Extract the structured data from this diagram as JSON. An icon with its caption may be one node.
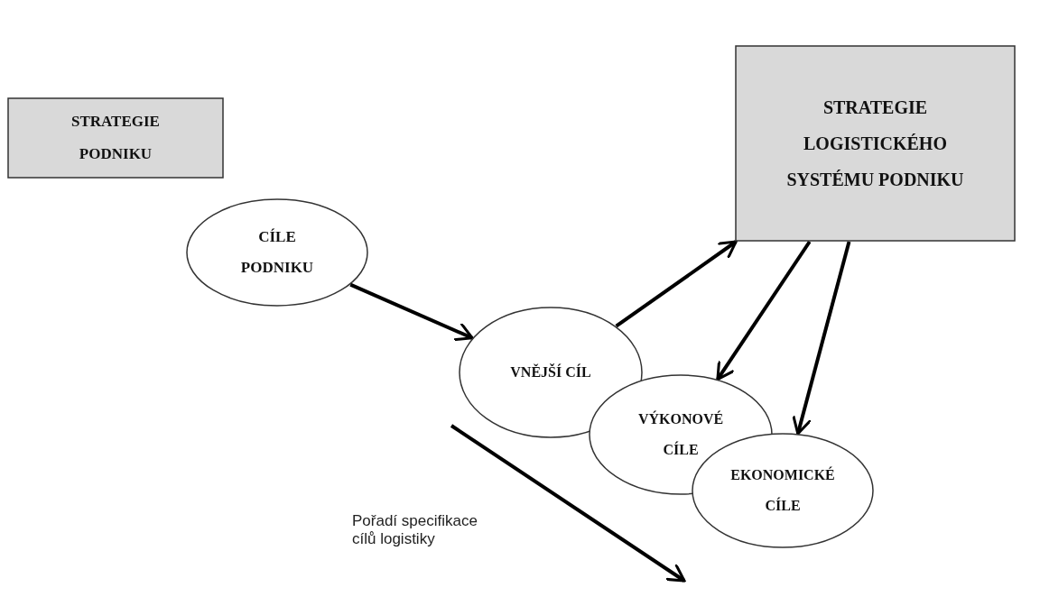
{
  "diagram": {
    "nodes": [
      {
        "text": [
          "STRATEGIE PODNIKU"
        ]
      },
      {
        "text": [
          "CÍLE PODNIKU"
        ]
      },
      {
        "text": [
          "STRATEGIE LOGISTICKÉHO SYSTÉMU PODNIKU"
        ]
      },
      {
        "text": [
          "VNĚJŠÍ CÍL"
        ]
      },
      {
        "text": [
          "VÝKONOVÉ CÍLE"
        ]
      },
      {
        "text": [
          "EKONOMICKÉ CÍLE"
        ]
      }
    ],
    "edges": [
      {
        "from": 1,
        "to": 3,
        "arrow": "to"
      },
      {
        "from": 3,
        "to": 2,
        "arrow": "to"
      },
      {
        "from": 2,
        "to": 4,
        "arrow": "to"
      },
      {
        "from": 2,
        "to": 5,
        "arrow": "to"
      }
    ],
    "labels": [
      "Pořadí specifikace cílů logistiky"
    ]
  }
}
